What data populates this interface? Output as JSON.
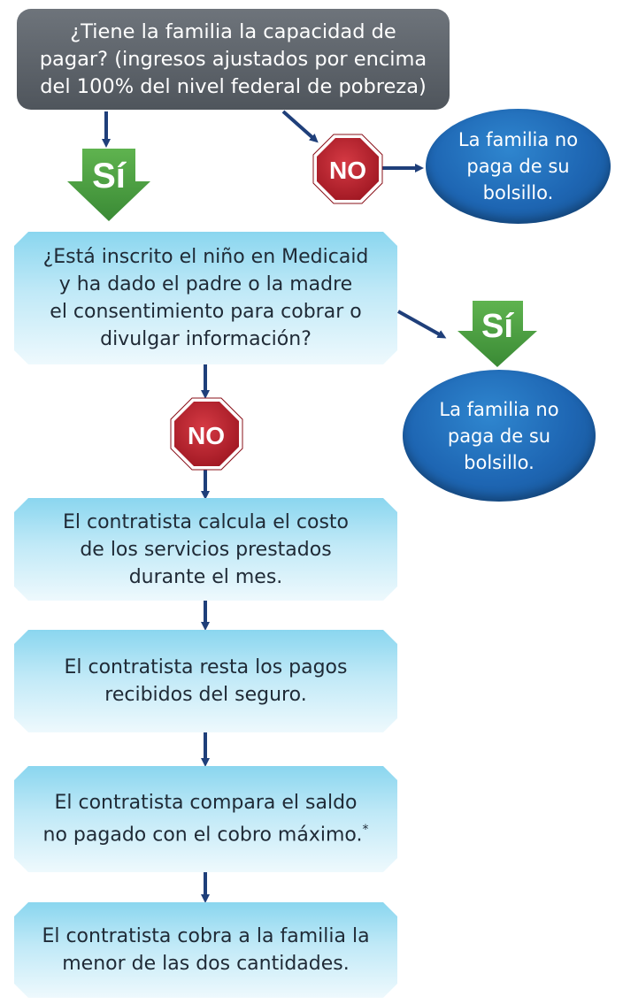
{
  "question1": "¿Tiene la familia la capacidad de\npagar? (ingresos ajustados por encima\ndel 100% del nivel federal de pobreza)",
  "yes_label": "Sí",
  "no_label": "NO",
  "outcome_top": "La familia no\npaga de su\nbolsillo.",
  "question2": "¿Está inscrito el niño en Medicaid\ny ha dado el padre o la madre\nel consentimiento para cobrar o\ndivulgar información?",
  "outcome_right": "La familia no\npaga de su\nbolsillo.",
  "step1": "El contratista calcula el costo\nde los servicios prestados\ndurante el mes.",
  "step2": "El contratista resta los pagos\nrecibidos del seguro.",
  "step3": "El contratista compara el saldo\nno pagado con el cobro máximo.",
  "step3_footnote_mark": "*",
  "step4": "El contratista cobra a la familia la\nmenor de las dos cantidades.",
  "colors": {
    "arrow": "#1f3f7a",
    "yes_green": "#3f9a3c",
    "stop_red": "#b41e2a",
    "box_light_blue": "#8ad6ef",
    "ellipse_blue": "#1e66b3",
    "question_gray": "#5b6168"
  }
}
